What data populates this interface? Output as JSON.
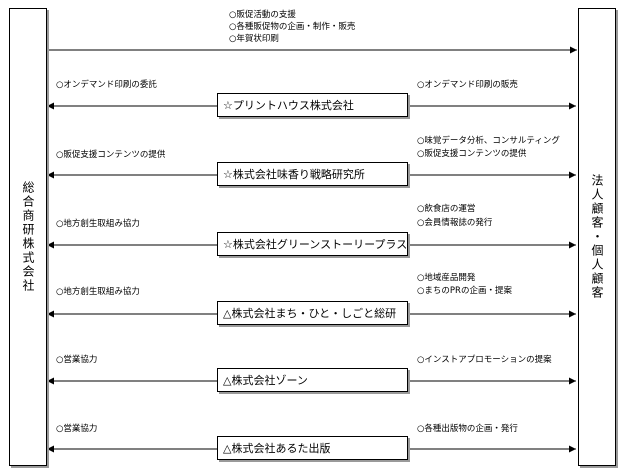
{
  "left_entity": "総合商研株式会社",
  "right_entity": "法人顧客・個人顧客",
  "top_flow": {
    "notes": [
      "○販促活動の支援",
      "○各種販促物の企画・制作・販売",
      "○年賀状印刷"
    ]
  },
  "rows": [
    {
      "company": "☆プリントハウス株式会社",
      "left_notes": [
        "○オンデマンド印刷の委託"
      ],
      "right_notes": [
        "○オンデマンド印刷の販売"
      ]
    },
    {
      "company": "☆株式会社味香り戦略研究所",
      "left_notes": [
        "○販促支援コンテンツの提供"
      ],
      "right_notes": [
        "○味覚データ分析、コンサルティング",
        "○販促支援コンテンツの提供"
      ]
    },
    {
      "company": "☆株式会社グリーンストーリープラス",
      "left_notes": [
        "○地方創生取組み協力"
      ],
      "right_notes": [
        "○飲食店の運営",
        "○会員情報誌の発行"
      ]
    },
    {
      "company": "△株式会社まち・ひと・しごと総研",
      "left_notes": [
        "○地方創生取組み協力"
      ],
      "right_notes": [
        "○地域産品開発",
        "○まちのPRの企画・提案"
      ]
    },
    {
      "company": "△株式会社ゾーン",
      "left_notes": [
        "○営業協力"
      ],
      "right_notes": [
        "○インストアプロモーションの提案"
      ]
    },
    {
      "company": "△株式会社あるた出版",
      "left_notes": [
        "○営業協力"
      ],
      "right_notes": [
        "○各種出版物の企画・発行"
      ]
    }
  ]
}
